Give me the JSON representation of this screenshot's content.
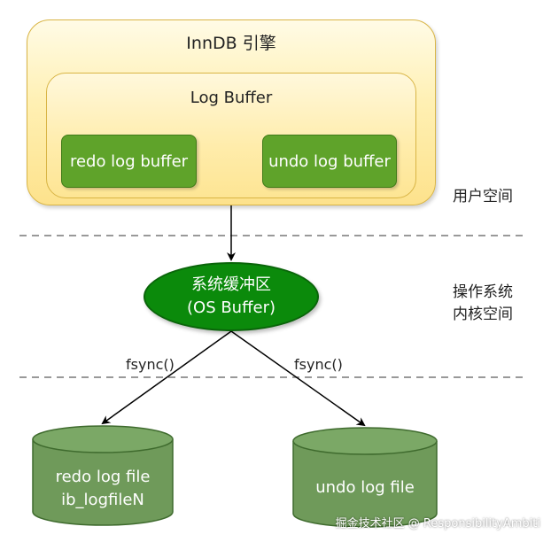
{
  "engine": {
    "title": "InnDB 引擎"
  },
  "log_buffer": {
    "title": "Log Buffer"
  },
  "redo_log_buffer": {
    "label": "redo log buffer"
  },
  "undo_log_buffer": {
    "label": "undo log buffer"
  },
  "spaces": {
    "user": "用户空间",
    "kernel_line1": "操作系统",
    "kernel_line2": "内核空间"
  },
  "os_buffer": {
    "line1": "系统缓冲区",
    "line2": "(OS Buffer)"
  },
  "fsync": {
    "left": "fsync()",
    "right": "fsync()"
  },
  "redo_log_file": {
    "line1": "redo log file",
    "line2": "ib_logfileN"
  },
  "undo_log_file": {
    "label": "undo log file"
  },
  "watermark": "掘金技术社区 @ ResponsibilityAmbiti",
  "colors": {
    "engine_fill": "#fff0b3",
    "engine_border": "#d9b545",
    "buffer_green": "#5fa32a",
    "os_buffer_green": "#0b8a0b",
    "cylinder_fill": "#6f9a5a",
    "cylinder_border": "#3f6b2e",
    "divider": "#999999"
  }
}
